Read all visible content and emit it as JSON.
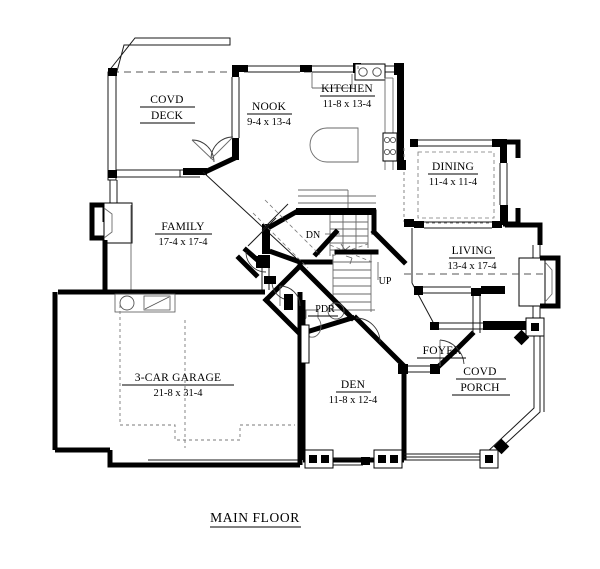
{
  "drawing": {
    "title": "MAIN FLOOR",
    "sheet_type": "floor-plan"
  },
  "rooms": [
    {
      "id": "covd-deck",
      "name_line1": "COVD",
      "name_line2": "DECK",
      "dimensions": ""
    },
    {
      "id": "nook",
      "name_line1": "NOOK",
      "name_line2": "",
      "dimensions": "9-4 x 13-4"
    },
    {
      "id": "kitchen",
      "name_line1": "KITCHEN",
      "name_line2": "",
      "dimensions": "11-8 x 13-4"
    },
    {
      "id": "dining",
      "name_line1": "DINING",
      "name_line2": "",
      "dimensions": "11-4 x 11-4"
    },
    {
      "id": "living",
      "name_line1": "LIVING",
      "name_line2": "",
      "dimensions": "13-4 x 17-4"
    },
    {
      "id": "family",
      "name_line1": "FAMILY",
      "name_line2": "",
      "dimensions": "17-4 x 17-4"
    },
    {
      "id": "garage",
      "name_line1": "3-CAR GARAGE",
      "name_line2": "",
      "dimensions": "21-8 x 31-4"
    },
    {
      "id": "den",
      "name_line1": "DEN",
      "name_line2": "",
      "dimensions": "11-8 x 12-4"
    },
    {
      "id": "pdr",
      "name_line1": "PDR",
      "name_line2": "",
      "dimensions": ""
    },
    {
      "id": "foyer",
      "name_line1": "FOYER",
      "name_line2": "",
      "dimensions": ""
    },
    {
      "id": "covd-porch",
      "name_line1": "COVD",
      "name_line2": "PORCH",
      "dimensions": ""
    }
  ],
  "stairs": [
    {
      "id": "stair-down",
      "label": "DN"
    },
    {
      "id": "stair-up",
      "label": "UP"
    }
  ],
  "colors": {
    "line": "#000000",
    "background": "#ffffff",
    "fixture": "#6a6a6a",
    "dashed": "#777777"
  }
}
